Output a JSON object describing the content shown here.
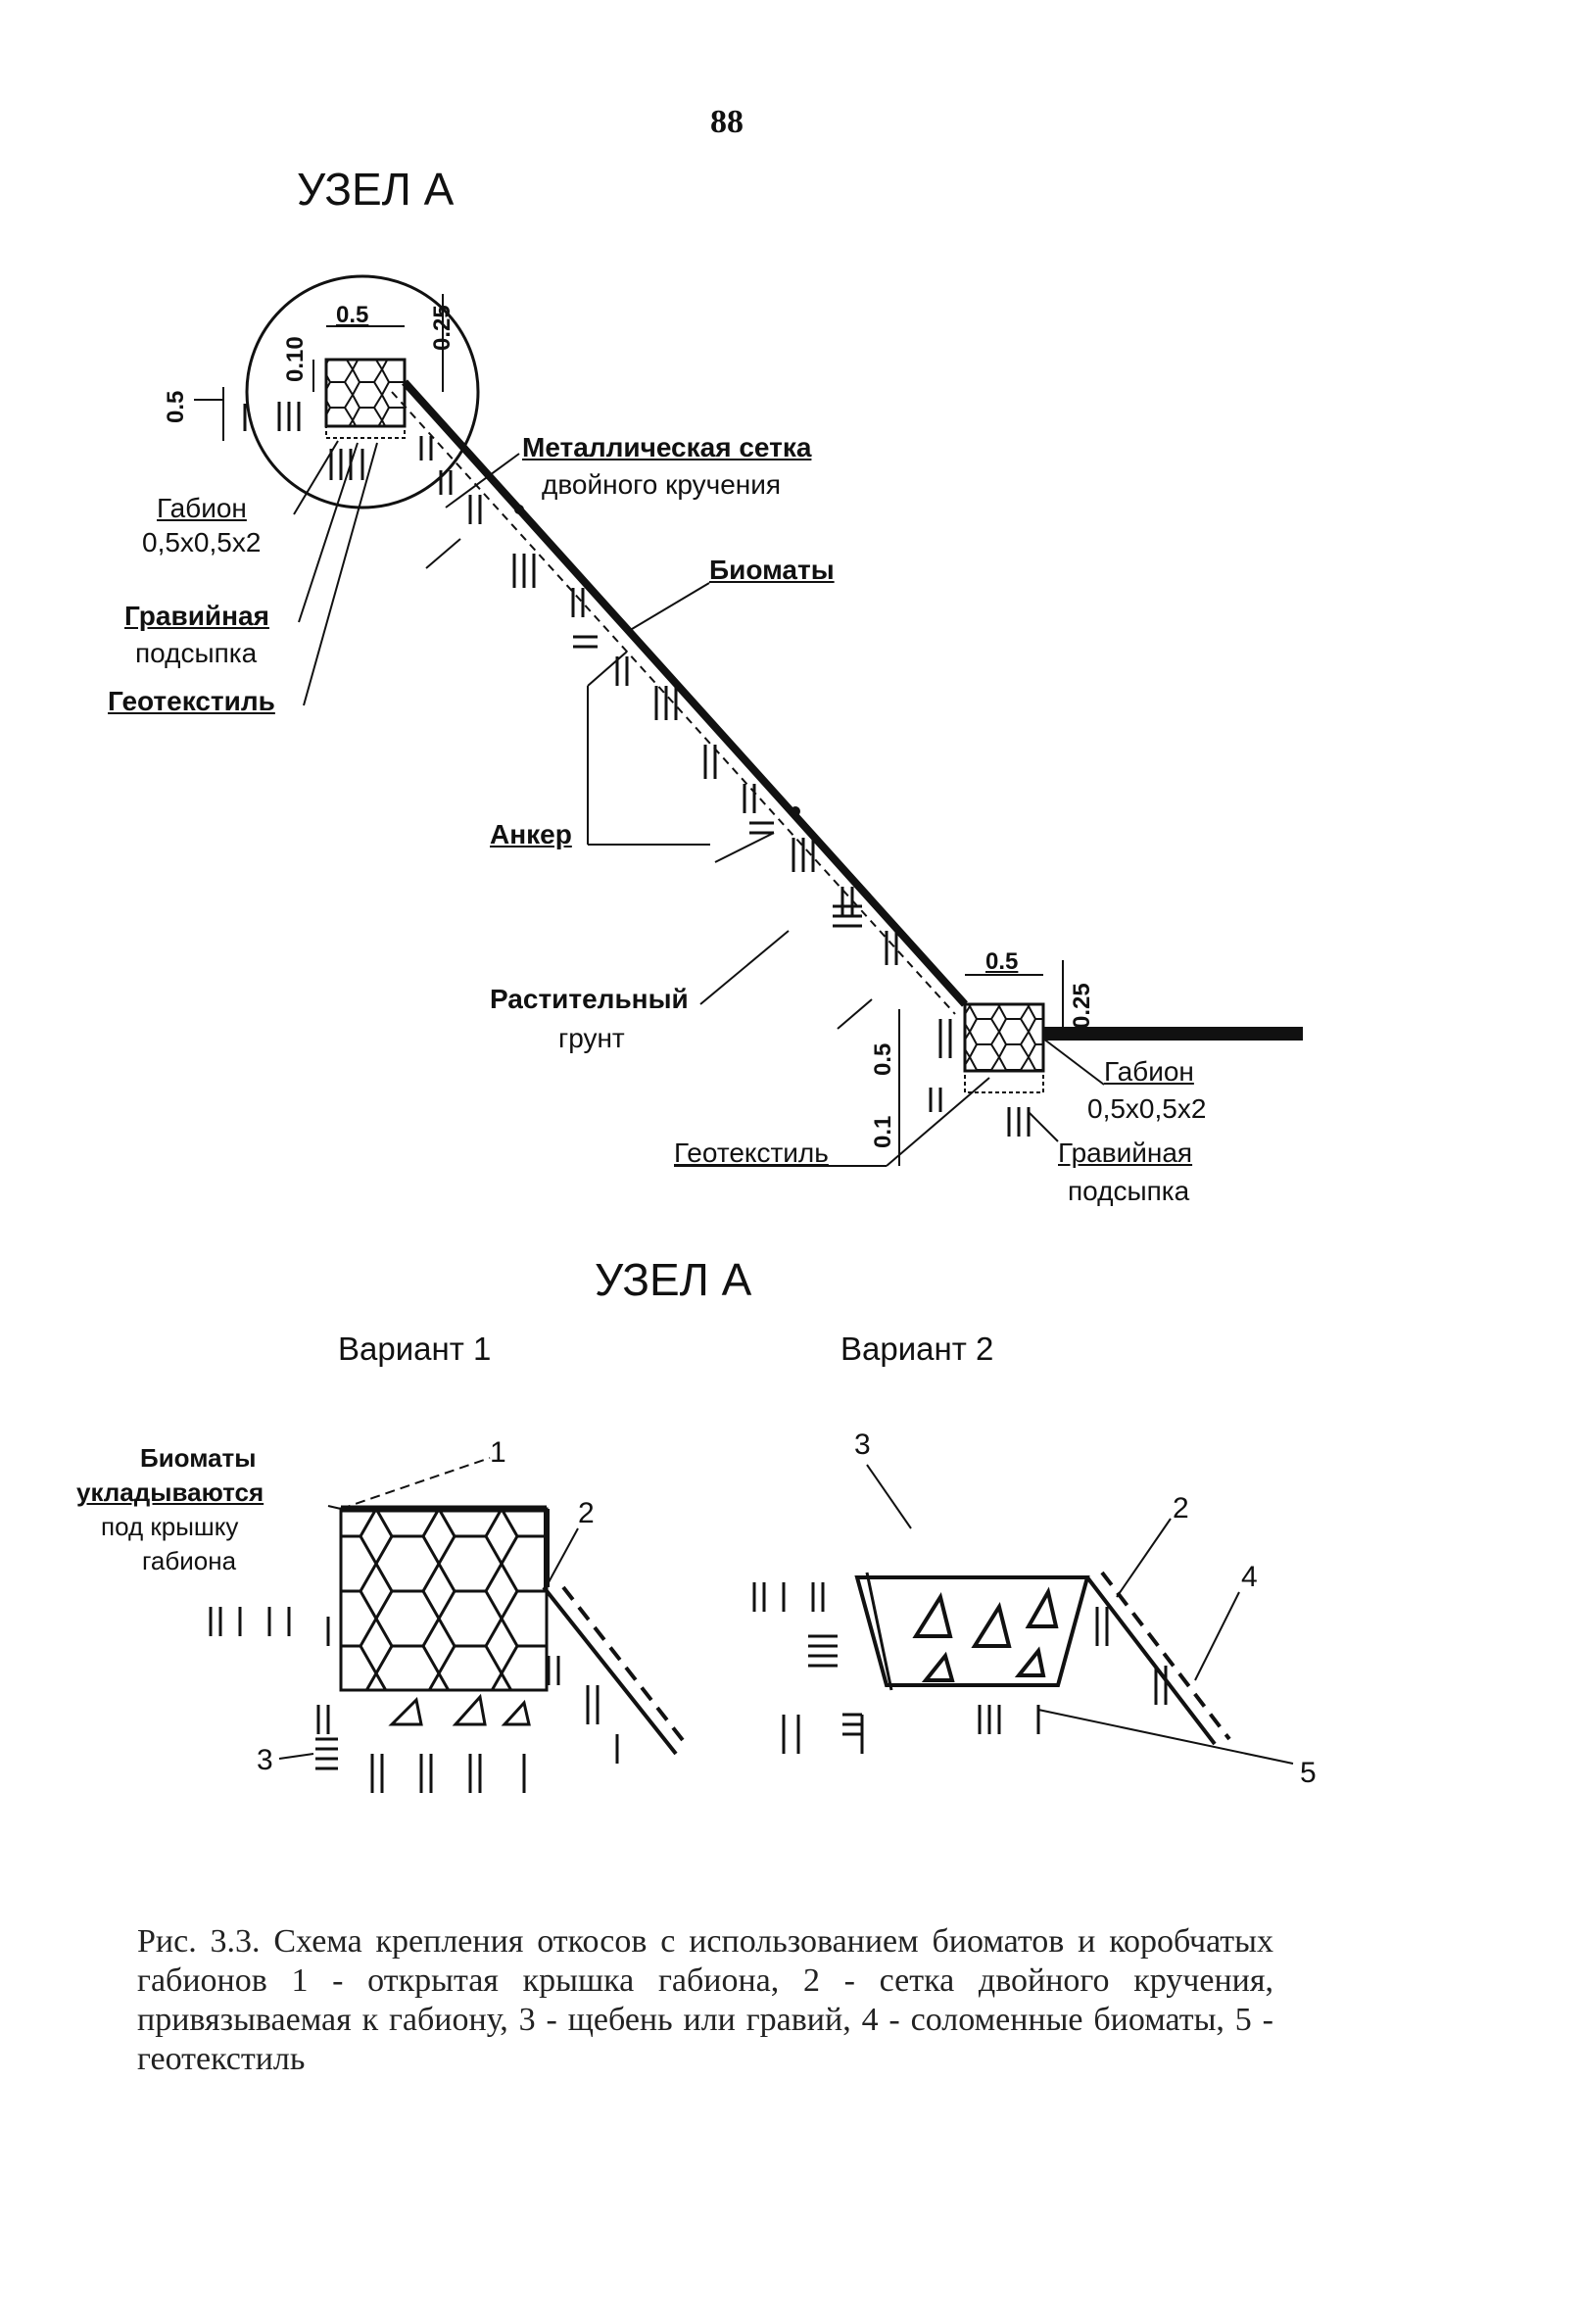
{
  "page_number": "88",
  "top_figure": {
    "title": "УЗЕЛ А",
    "labels": {
      "metal_mesh": "Металлическая сетка",
      "metal_mesh_2": "двойного кручения",
      "biomats": "Биоматы",
      "gabion_top": "Габион",
      "gabion_top_size": "0,5х0,5х2",
      "gravel_top": "Гравийная",
      "gravel_top_2": "подсыпка",
      "geotextile_top": "Геотекстиль",
      "anchor": "Анкер",
      "vegetative": "Растительный",
      "vegetative_2": "грунт",
      "gabion_bottom": "Габион",
      "gabion_bottom_size": "0,5х0,5х2",
      "geotextile_bottom": "Геотекстиль",
      "gravel_bottom": "Гравийная",
      "gravel_bottom_2": "подсыпка"
    },
    "dimensions": {
      "top_width": "0.5",
      "top_left_h": "0.10",
      "top_right_h": "0.25",
      "top_side": "0.5",
      "bottom_width": "0.5",
      "bottom_right_h": "0.25",
      "bottom_left_h": "0.5",
      "bottom_left_small": "0.1"
    }
  },
  "bottom_figure": {
    "title": "УЗЕЛ А",
    "variant1": {
      "title": "Вариант 1",
      "note_1": "Биоматы",
      "note_2": "укладываются",
      "note_3": "под крышку",
      "note_4": "габиона",
      "callouts": [
        "1",
        "2",
        "3"
      ]
    },
    "variant2": {
      "title": "Вариант 2",
      "callouts": [
        "3",
        "2",
        "4",
        "5"
      ]
    }
  },
  "caption": "Рис. 3.3. Схема крепления откосов с использованием биоматов и коробчатых габионов 1 - открытая крышка габиона, 2 - сетка двойного кручения, привязываемая к габиону, 3 - щебень или гравий, 4 - соломенные биоматы, 5 - геотекстиль"
}
